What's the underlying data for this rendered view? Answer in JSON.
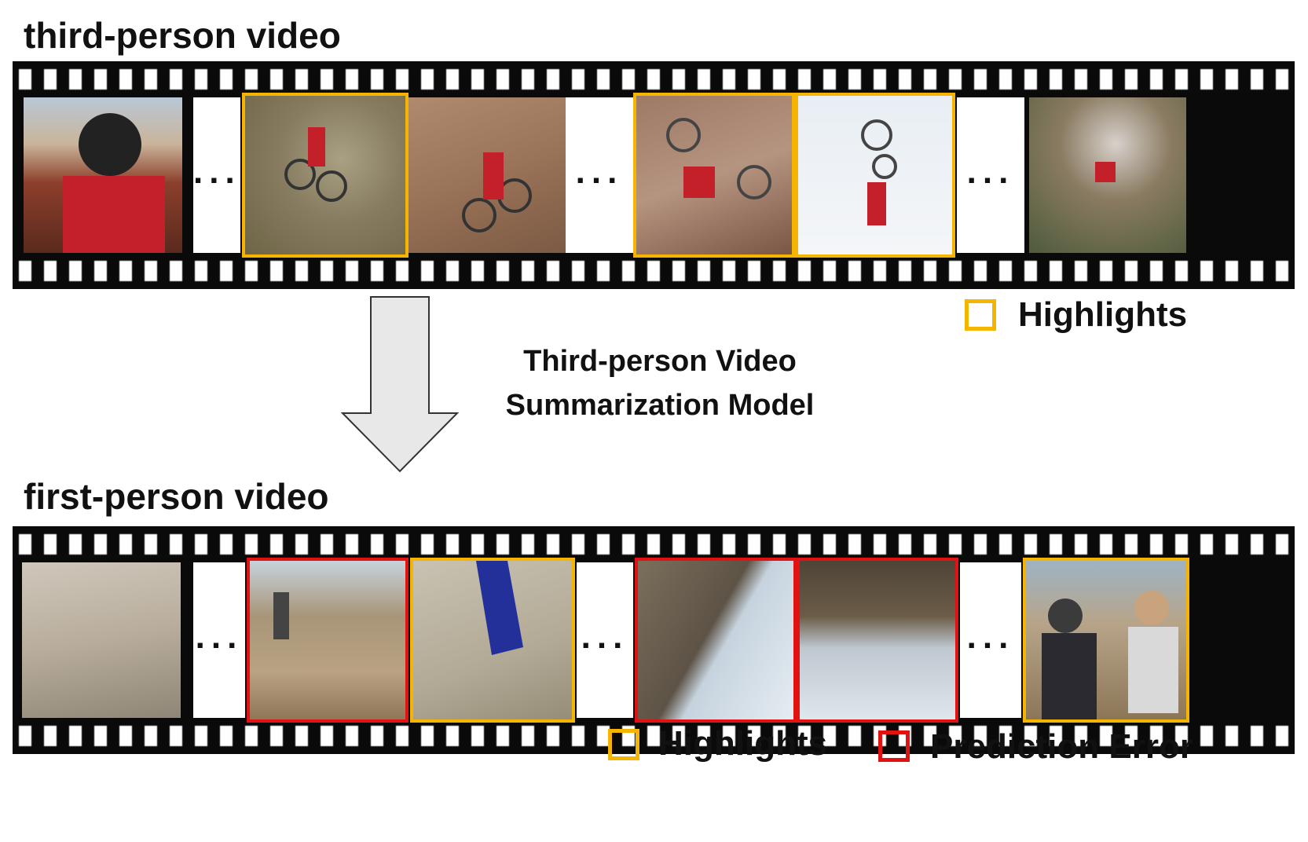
{
  "top_strip": {
    "label": "third-person video",
    "ellipsis": "..."
  },
  "bottom_strip": {
    "label": "first-person video",
    "ellipsis": "..."
  },
  "model": {
    "line1": "Third-person Video",
    "line2": "Summarization Model"
  },
  "legend_top": {
    "highlights": "Highlights"
  },
  "legend_bottom": {
    "highlights": "Highlights",
    "prediction_error": "Prediction Error"
  },
  "colors": {
    "highlight": "#f5b400",
    "prediction_error": "#e31212",
    "film": "#0a0a0a",
    "arrow_fill": "#e8e8e8"
  }
}
